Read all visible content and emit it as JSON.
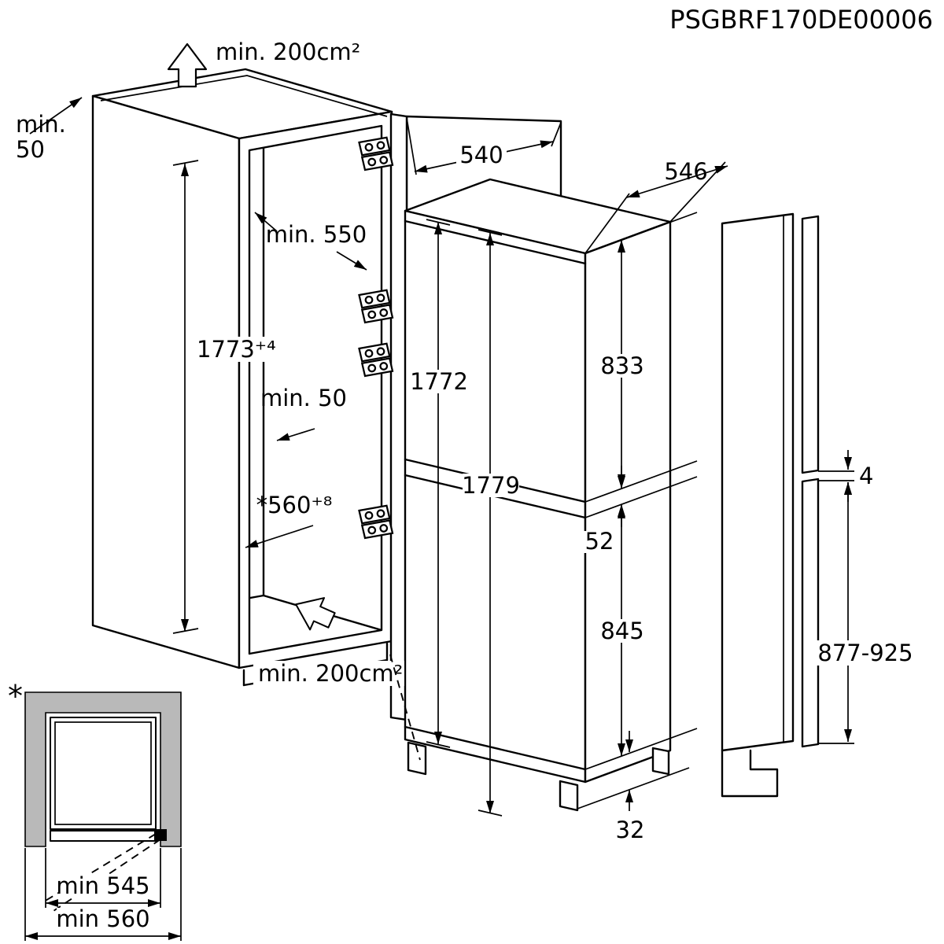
{
  "product_code": "PSGBRF170DE00006",
  "cabinet": {
    "vent_top_label": "min. 200cm²",
    "top_clearance_line1": "min.",
    "top_clearance_line2": "50",
    "niche_depth_label": "min. 550",
    "niche_height_label": "1773⁺⁴",
    "rear_clearance_label": "min. 50",
    "niche_width_label": "*560⁺⁸",
    "vent_bottom_label": "min. 200cm²"
  },
  "appliance": {
    "width_label": "540",
    "depth_label": "546",
    "height_carcass_label": "1772",
    "height_total_label": "1779",
    "upper_door_label": "833",
    "door_gap_label": "52",
    "lower_door_label": "845",
    "plinth_label": "32"
  },
  "side_panel": {
    "gap_label": "4",
    "lower_panel_label": "877-925"
  },
  "inset": {
    "footnote_mark": "*",
    "inner_width_label": "min 545",
    "outer_width_label": "min 560"
  }
}
